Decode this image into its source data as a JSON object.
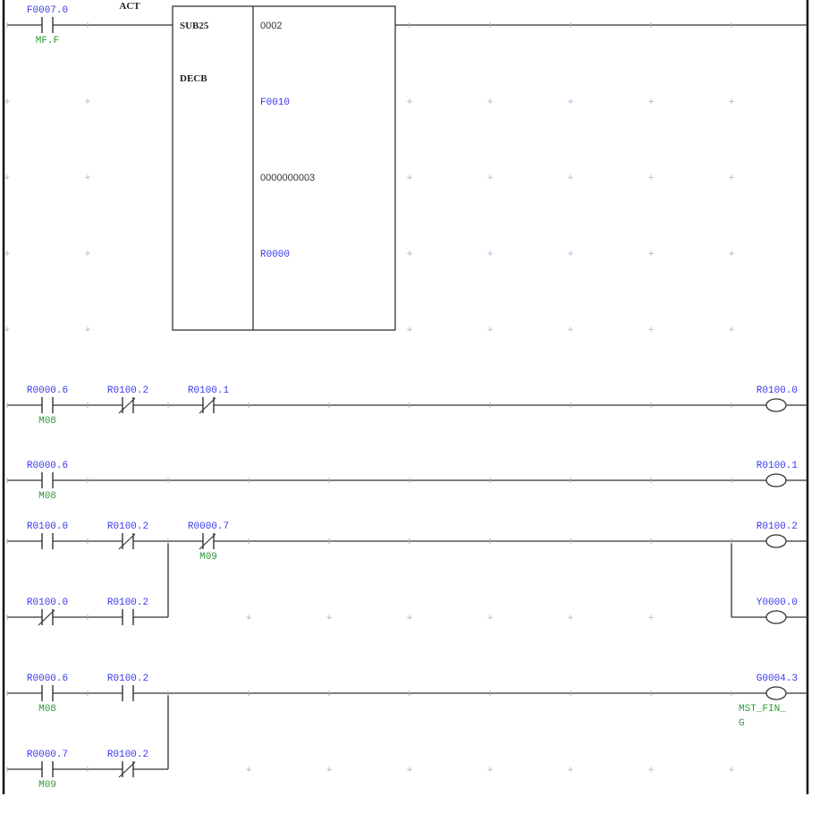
{
  "colors": {
    "address": "#3a3af0",
    "symbol": "#2e9a3a",
    "wire": "#333333",
    "rail": "#111111",
    "grid": "#9ab4d8"
  },
  "functional_block": {
    "input_label": "ACT",
    "name": "SUB25",
    "mnemonic": "DECB",
    "params": [
      "0002",
      "F0010",
      "0000000003",
      "R0000"
    ]
  },
  "rungs": [
    {
      "id": "rung-1",
      "elements": [
        {
          "type": "no-contact",
          "address": "F0007.0",
          "symbol": "MF.F"
        }
      ],
      "output": "functional_block"
    },
    {
      "id": "rung-2",
      "elements": [
        {
          "type": "no-contact",
          "address": "R0000.6",
          "symbol": "M08"
        },
        {
          "type": "nc-contact",
          "address": "R0100.2",
          "symbol": ""
        },
        {
          "type": "nc-contact",
          "address": "R0100.1",
          "symbol": ""
        }
      ],
      "coils": [
        {
          "address": "R0100.0",
          "symbol": ""
        }
      ]
    },
    {
      "id": "rung-3",
      "elements": [
        {
          "type": "no-contact",
          "address": "R0000.6",
          "symbol": "M08"
        }
      ],
      "coils": [
        {
          "address": "R0100.1",
          "symbol": ""
        }
      ]
    },
    {
      "id": "rung-4",
      "elements": [
        {
          "type": "no-contact",
          "address": "R0100.0",
          "symbol": ""
        },
        {
          "type": "nc-contact",
          "address": "R0100.2",
          "symbol": ""
        },
        {
          "type": "nc-contact",
          "address": "R0000.7",
          "symbol": "M09"
        }
      ],
      "branch": [
        {
          "type": "nc-contact",
          "address": "R0100.0",
          "symbol": ""
        },
        {
          "type": "no-contact",
          "address": "R0100.2",
          "symbol": ""
        }
      ],
      "coils": [
        {
          "address": "R0100.2",
          "symbol": ""
        },
        {
          "address": "Y0000.0",
          "symbol": ""
        }
      ]
    },
    {
      "id": "rung-5",
      "elements": [
        {
          "type": "no-contact",
          "address": "R0000.6",
          "symbol": "M08"
        },
        {
          "type": "no-contact",
          "address": "R0100.2",
          "symbol": ""
        }
      ],
      "branch": [
        {
          "type": "no-contact",
          "address": "R0000.7",
          "symbol": "M09"
        },
        {
          "type": "nc-contact",
          "address": "R0100.2",
          "symbol": ""
        }
      ],
      "coils": [
        {
          "address": "G0004.3",
          "symbol": "MST_FIN_G"
        }
      ]
    }
  ]
}
